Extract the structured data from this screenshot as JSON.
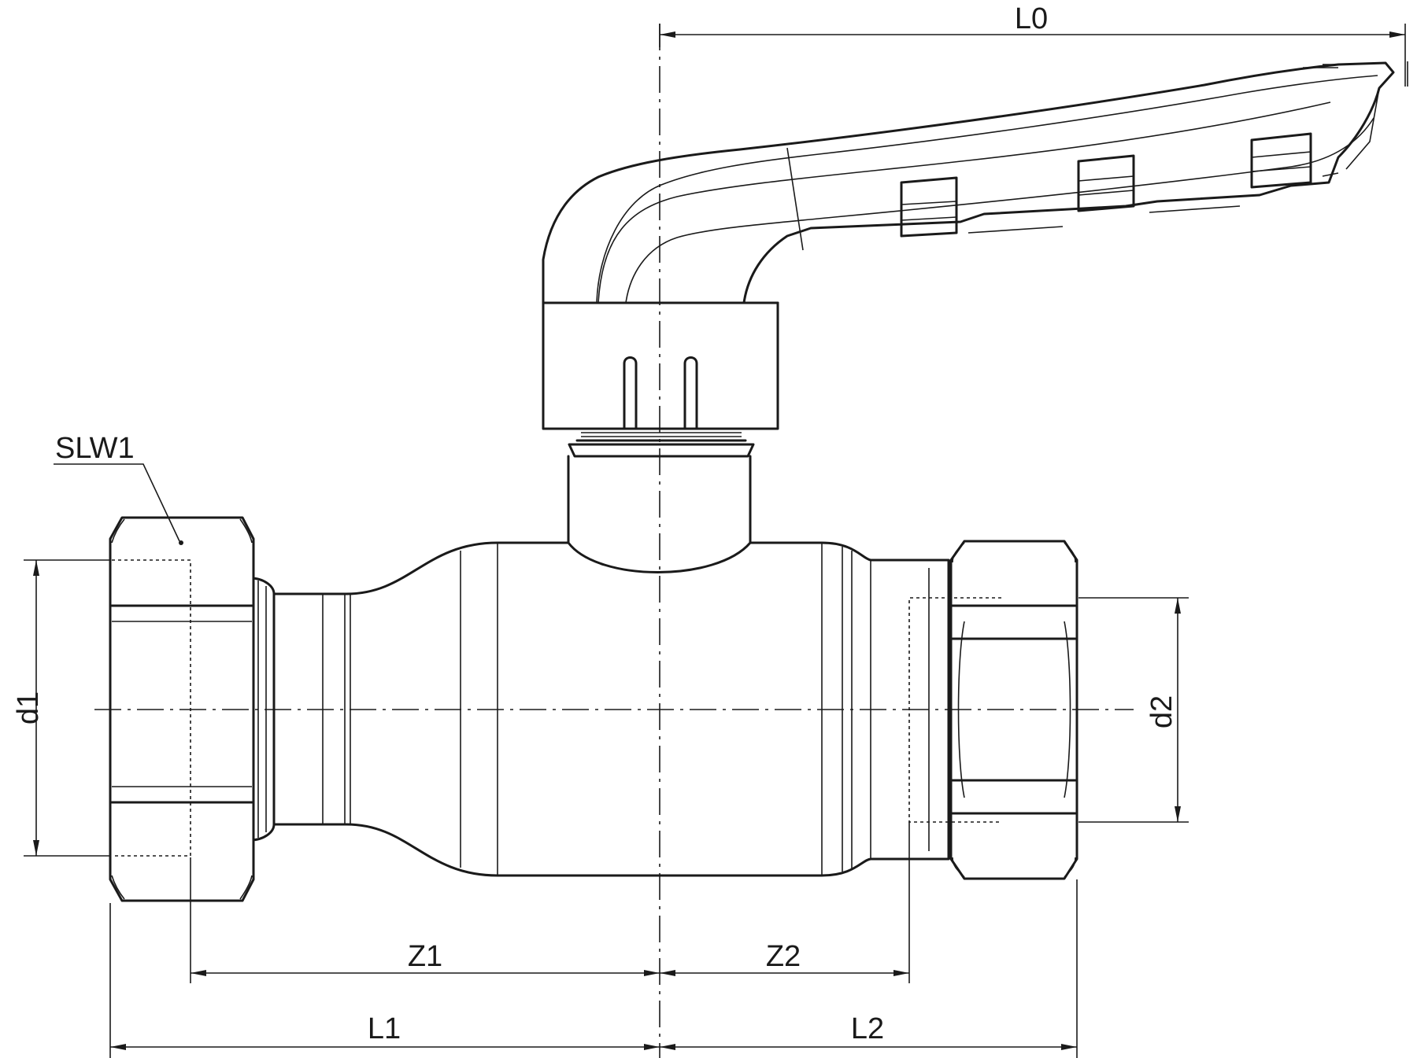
{
  "labels": {
    "L0": "L0",
    "SLW1": "SLW1",
    "d1": "d1",
    "d2": "d2",
    "Z1": "Z1",
    "Z2": "Z2",
    "L1": "L1",
    "L2": "L2"
  },
  "colors": {
    "line": "#1a1a1a",
    "background": "#ffffff"
  }
}
